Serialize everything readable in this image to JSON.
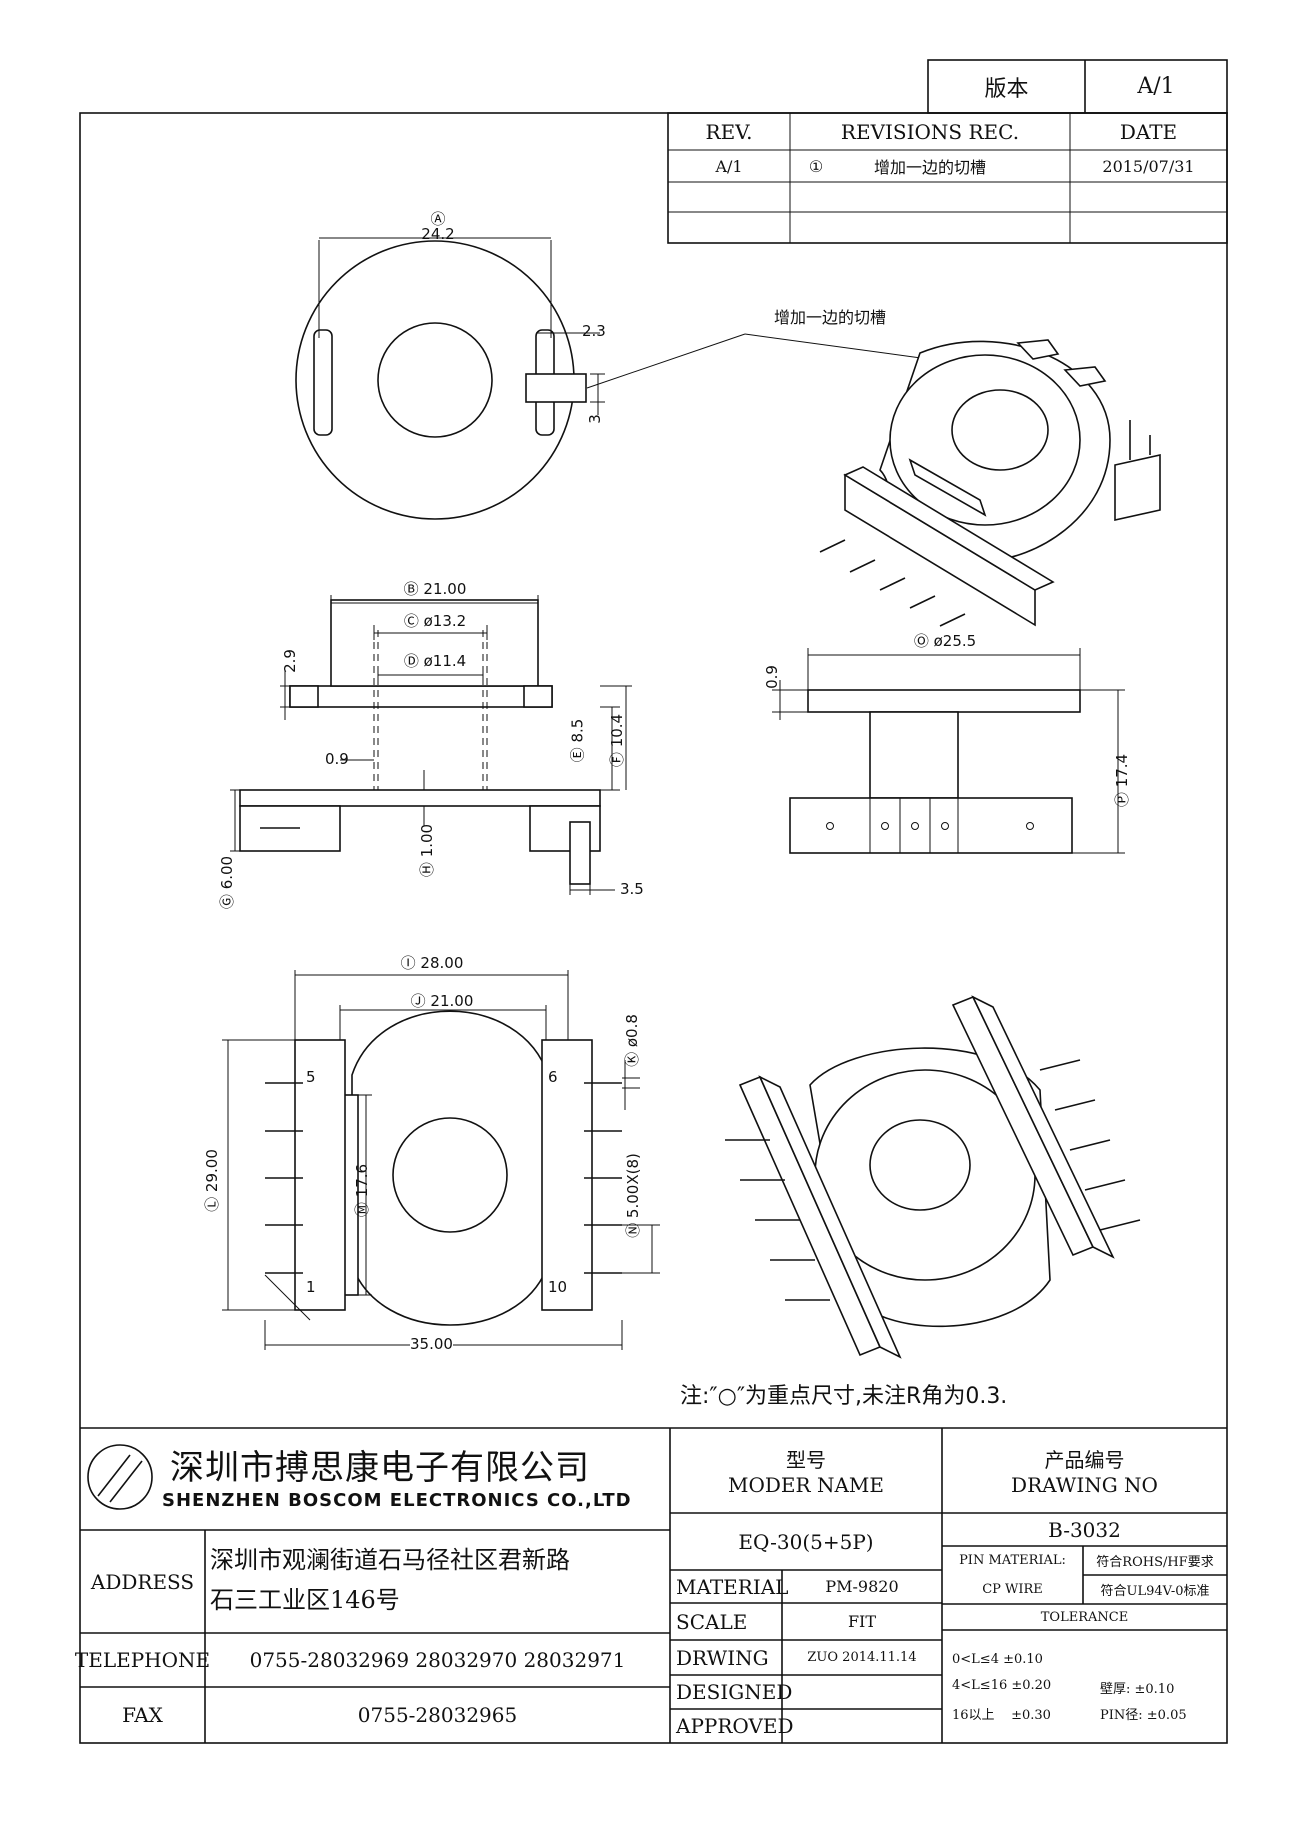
{
  "version_box": {
    "label": "版本",
    "value": "A/1"
  },
  "revision_table": {
    "headers": [
      "REV.",
      "REVISIONS REC.",
      "DATE"
    ],
    "rows": [
      {
        "rev": "A/1",
        "mark": "①",
        "rec": "增加一边的切槽",
        "date": "2015/07/31"
      },
      {
        "rev": "",
        "mark": "",
        "rec": "",
        "date": ""
      },
      {
        "rev": "",
        "mark": "",
        "rec": "",
        "date": ""
      }
    ]
  },
  "callout": {
    "text": "增加一边的切槽"
  },
  "dims": {
    "A": {
      "mark": "Ⓐ",
      "value": "24.2"
    },
    "slot_w": "2.3",
    "slot_h": "3",
    "B": {
      "mark": "Ⓑ",
      "value": "21.00"
    },
    "C": {
      "mark": "Ⓒ",
      "value": "ø13.2"
    },
    "D": {
      "mark": "Ⓓ",
      "value": "ø11.4"
    },
    "t29": "2.9",
    "t09": "0.9",
    "E": {
      "mark": "Ⓔ",
      "value": "8.5"
    },
    "F": {
      "mark": "Ⓕ",
      "value": "10.4"
    },
    "H": {
      "mark": "Ⓗ",
      "value": "1.00"
    },
    "G": {
      "mark": "Ⓖ",
      "value": "6.00"
    },
    "t35": "3.5",
    "O": {
      "mark": "Ⓞ",
      "value": "ø25.5"
    },
    "t09b": "0.9",
    "P": {
      "mark": "Ⓟ",
      "value": "17.4"
    },
    "I": {
      "mark": "Ⓘ",
      "value": "28.00"
    },
    "J": {
      "mark": "Ⓙ",
      "value": "21.00"
    },
    "K": {
      "mark": "Ⓚ",
      "value": "ø0.8"
    },
    "L": {
      "mark": "Ⓛ",
      "value": "29.00"
    },
    "M": {
      "mark": "Ⓜ",
      "value": "17.6"
    },
    "N": {
      "mark": "Ⓝ",
      "value": "5.00X(8)"
    },
    "w35": "35.00"
  },
  "pins": {
    "p5": "5",
    "p6": "6",
    "p1": "1",
    "p10": "10"
  },
  "note": "注:″○″为重点尺寸,未注R角为0.3.",
  "title_block": {
    "company_cn": "深圳市搏思康电子有限公司",
    "company_en": "SHENZHEN BOSCOM ELECTRONICS CO.,LTD",
    "model_label_cn": "型号",
    "model_label_en": "MODER NAME",
    "drawing_label_cn": "产品编号",
    "drawing_label_en": "DRAWING NO",
    "model_value": "EQ-30(5+5P)",
    "drawing_value": "B-3032",
    "address_label": "ADDRESS",
    "address_line1": "深圳市观澜街道石马径社区君新路",
    "address_line2": "石三工业区146号",
    "telephone_label": "TELEPHONE",
    "telephone_value": "0755-28032969 28032970 28032971",
    "fax_label": "FAX",
    "fax_value": "0755-28032965",
    "material_label": "MATERIAL",
    "material_value": "PM-9820",
    "scale_label": "SCALE",
    "scale_value": "FIT",
    "drawing_by_label": "DRWING",
    "drawing_by_value": "ZUO 2014.11.14",
    "designed_label": "DESIGNED",
    "designed_value": "",
    "approved_label": "APPROVED",
    "approved_value": "",
    "pin_material_label": "PIN MATERIAL:",
    "pin_material_value": "符合ROHS/HF要求",
    "cp_wire_label": "CP WIRE",
    "cp_wire_value": "符合UL94V-0标准",
    "tolerance_label": "TOLERANCE",
    "tol1": "0<L≤4 ±0.10",
    "tol2": "4<L≤16 ±0.20",
    "tol3": "16以上    ±0.30",
    "wall_label": "壁厚: ±0.10",
    "pin_dia_label": "PIN径: ±0.05"
  }
}
